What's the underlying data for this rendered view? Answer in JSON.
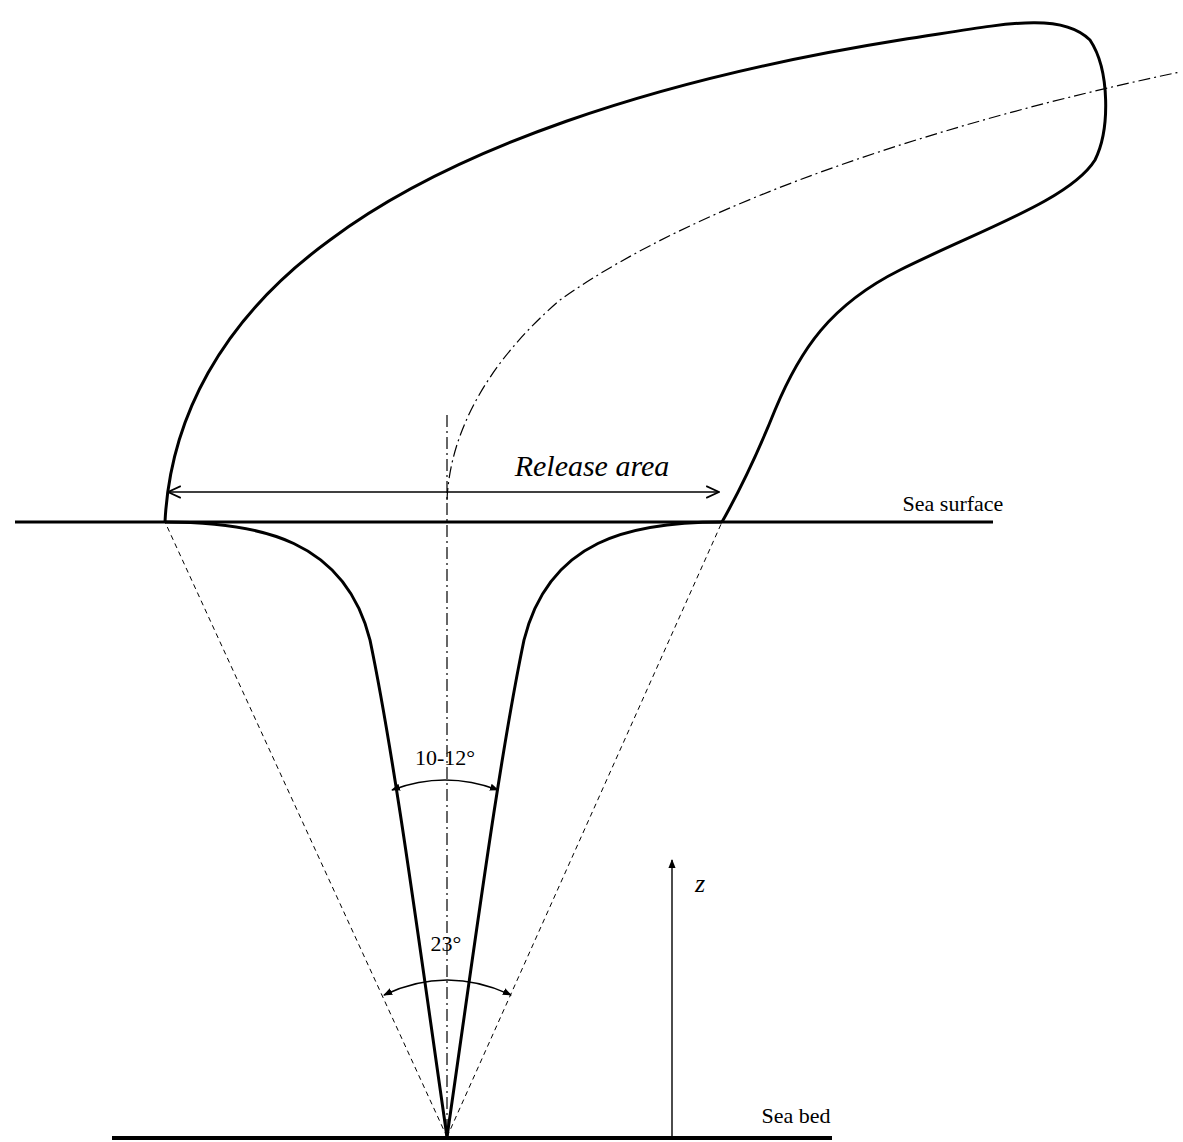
{
  "diagram": {
    "labels": [
      "Release area",
      "Sea surface",
      "10-12°",
      "23°",
      "z",
      "Sea bed"
    ]
  }
}
